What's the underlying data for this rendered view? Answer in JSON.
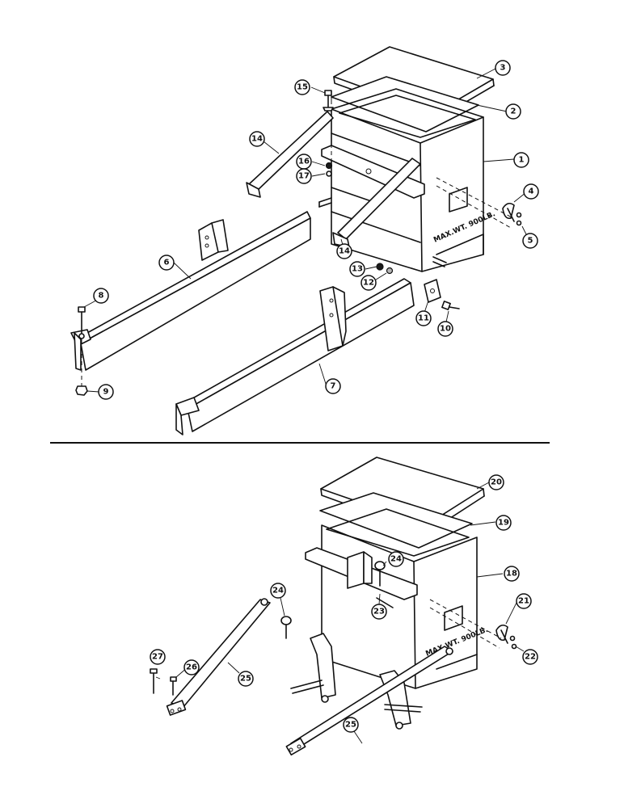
{
  "diagram": {
    "top_assembly": {
      "callouts": [
        "1",
        "2",
        "3",
        "4",
        "5",
        "6",
        "7",
        "8",
        "9",
        "10",
        "11",
        "12",
        "13",
        "14",
        "14",
        "15",
        "16",
        "17"
      ],
      "box_stamp": "MAX.WT. 900LB."
    },
    "bottom_assembly": {
      "callouts": [
        "18",
        "19",
        "20",
        "21",
        "22",
        "23",
        "24",
        "24",
        "25",
        "25",
        "26",
        "27"
      ],
      "box_stamp": "MAX.WT. 900LB."
    }
  }
}
